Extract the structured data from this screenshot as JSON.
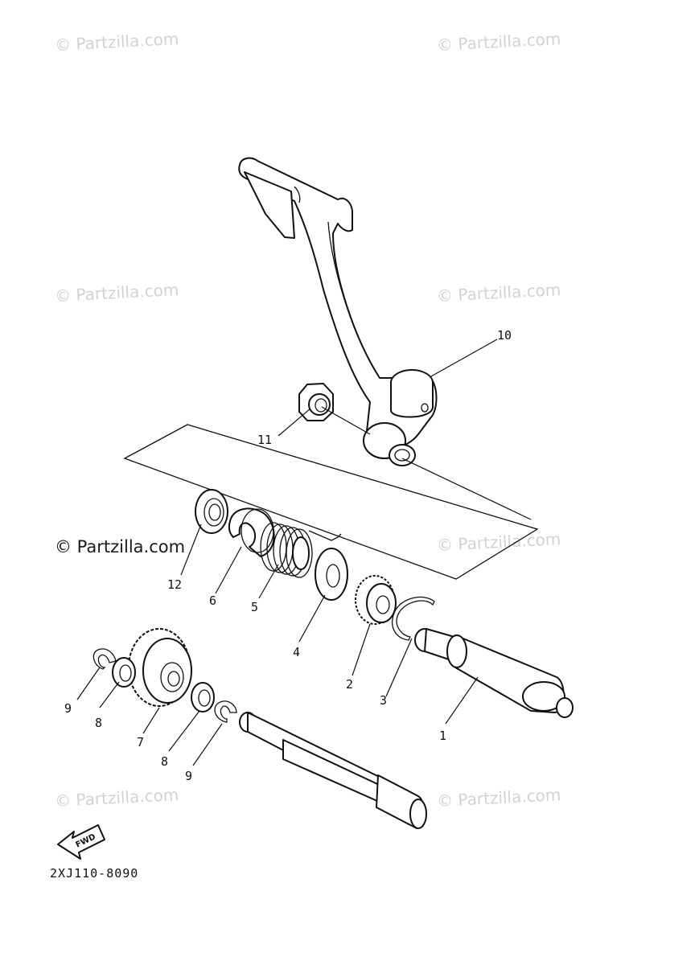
{
  "watermark": {
    "text": "© Partzilla.com",
    "strong_text": "© Partzilla.com"
  },
  "diagram_code": "2XJ110-8090",
  "fwd_label": "FWD",
  "callouts": {
    "c1": "1",
    "c2": "2",
    "c3": "3",
    "c4": "4",
    "c5": "5",
    "c6": "6",
    "c7": "7",
    "c8a": "8",
    "c8b": "8",
    "c9a": "9",
    "c9b": "9",
    "c10": "10",
    "c11": "11",
    "c12": "12"
  }
}
